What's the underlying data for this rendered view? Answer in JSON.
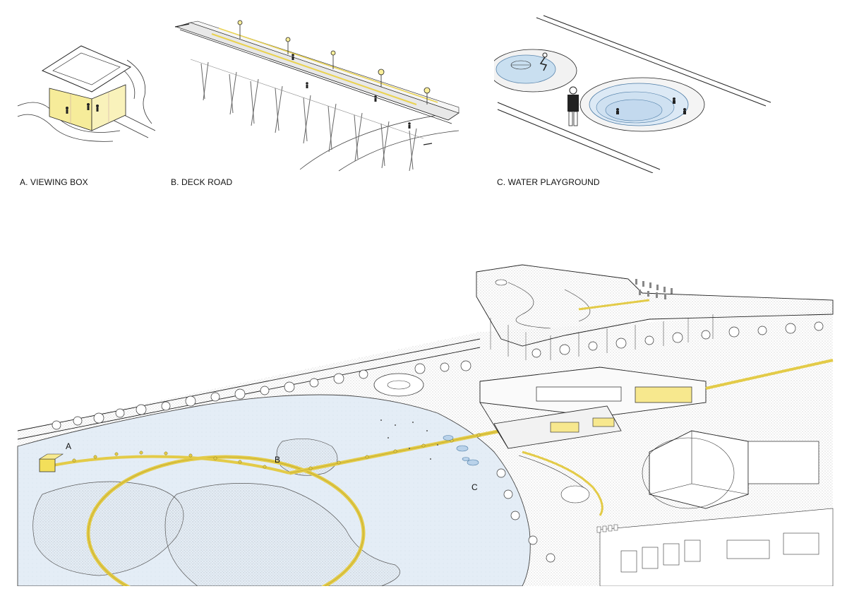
{
  "captions": {
    "viewing_box": "A. VIEWING BOX",
    "deck_road": "B.   DECK ROAD",
    "water_playground": "C. WATER PLAYGROUND"
  },
  "markers": {
    "a": "A",
    "b": "B",
    "c": "C"
  },
  "colors": {
    "accent_yellow": "#f2e07a",
    "water_blue": "#d6e6f3",
    "line": "#222222",
    "tree_hatch": "#9a9a9a"
  }
}
